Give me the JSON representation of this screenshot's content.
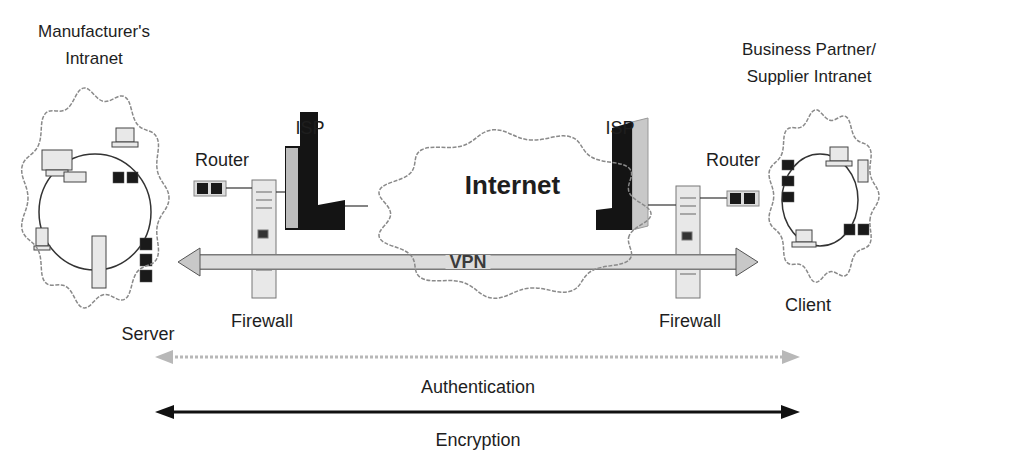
{
  "diagram": {
    "nodes": [
      {
        "text": [
          "Manufacturer's Intranet"
        ]
      },
      {
        "text": [
          "Internet"
        ]
      },
      {
        "text": [
          "Business Partner/ Supplier Intranet"
        ]
      }
    ],
    "edges": [
      {
        "from": 0,
        "to": 2,
        "label": "VPN",
        "arrow": "both"
      }
    ],
    "labels": [
      "Router",
      "ISP",
      "ISP",
      "Router",
      "Server",
      "Firewall",
      "Firewall",
      "Client",
      "Authentication",
      "Encryption"
    ]
  }
}
